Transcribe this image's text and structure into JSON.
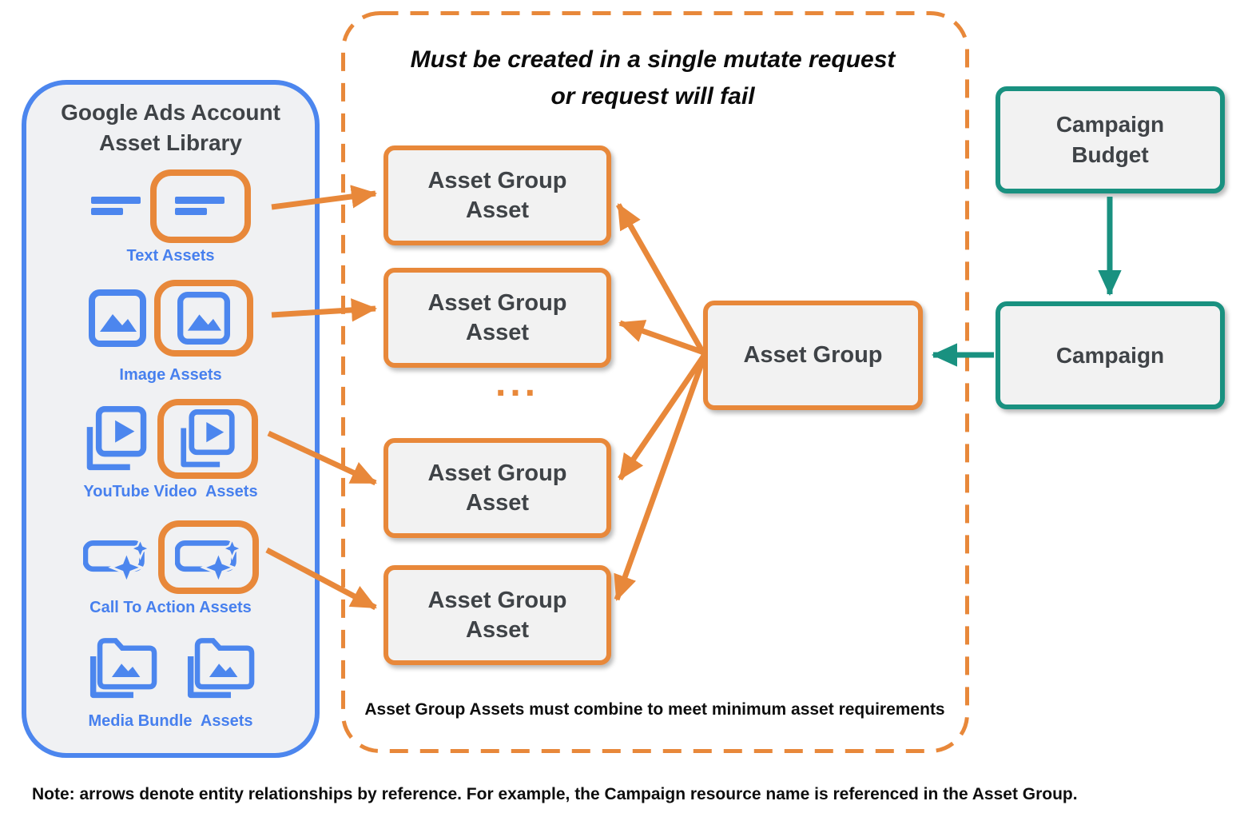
{
  "colors": {
    "orange": "#E8883A",
    "blue": "#4C86EE",
    "label_blue": "#4780EE",
    "teal": "#199180",
    "dark_text": "#3F4347",
    "black_text": "#0e0e0e",
    "panel_fill": "#F0F1F3",
    "box_fill": "#F2F2F2"
  },
  "library": {
    "title": {
      "line1": "Google Ads Account",
      "line2": "Asset Library"
    },
    "rows": [
      {
        "label": "Text Assets",
        "icon": "text-lines-icon"
      },
      {
        "label": "Image Assets",
        "icon": "image-icon"
      },
      {
        "label": "YouTube Video  Assets",
        "icon": "youtube-video-icon"
      },
      {
        "label": "Call To Action Assets",
        "icon": "call-to-action-icon"
      },
      {
        "label": "Media Bundle  Assets",
        "icon": "media-bundle-icon"
      }
    ]
  },
  "mutate_box": {
    "title": {
      "line1": "Must be created in a single mutate request",
      "line2": "or request will fail"
    },
    "asset_box": {
      "line1": "Asset Group",
      "line2": "Asset"
    },
    "ellipsis": "...",
    "footnote": "Asset Group Assets must combine to meet minimum asset requirements"
  },
  "asset_group": {
    "label": "Asset Group"
  },
  "campaign_budget": {
    "line1": "Campaign",
    "line2": "Budget"
  },
  "campaign": {
    "label": "Campaign"
  },
  "note": "Note: arrows denote entity relationships by reference. For example, the Campaign resource name is referenced in the Asset Group."
}
